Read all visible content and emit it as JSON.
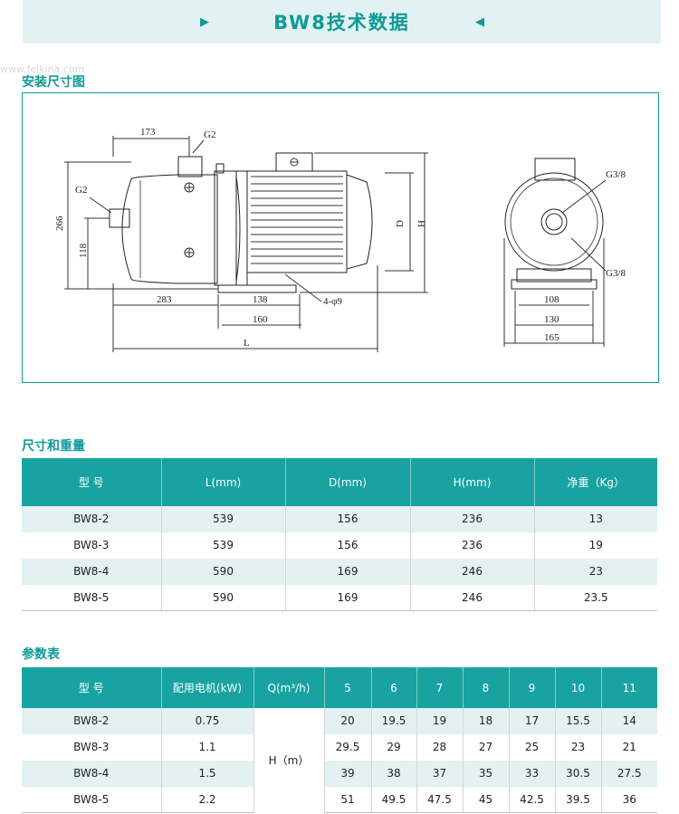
{
  "banner": {
    "title": "BW8技术数据"
  },
  "watermark": "www.feikina.com",
  "sections": {
    "install": "安装尺寸图",
    "dimensions": "尺寸和重量",
    "params": "参数表"
  },
  "drawing": {
    "dims": {
      "d173": "173",
      "g2_top": "G2",
      "g2_side": "G2",
      "d266": "266",
      "d118": "118",
      "d283": "283",
      "d138": "138",
      "d160": "160",
      "hole": "4-φ9",
      "L": "L",
      "D": "D",
      "H": "H",
      "g38_top": "G3/8",
      "g38_bottom": "G3/8",
      "d108": "108",
      "d130": "130",
      "d165": "165"
    }
  },
  "dim_table": {
    "headers": [
      "型  号",
      "L(mm)",
      "D(mm)",
      "H(mm)",
      "净重（Kg）"
    ],
    "rows": [
      [
        "BW8-2",
        "539",
        "156",
        "236",
        "13"
      ],
      [
        "BW8-3",
        "539",
        "156",
        "236",
        "19"
      ],
      [
        "BW8-4",
        "590",
        "169",
        "246",
        "23"
      ],
      [
        "BW8-5",
        "590",
        "169",
        "246",
        "23.5"
      ]
    ]
  },
  "param_table": {
    "headers": [
      "型  号",
      "配用电机(kW)",
      "Q(m³/h)",
      "5",
      "6",
      "7",
      "8",
      "9",
      "10",
      "11"
    ],
    "h_label": "H（m）",
    "rows": [
      {
        "model": "BW8-2",
        "power": "0.75",
        "values": [
          "20",
          "19.5",
          "19",
          "18",
          "17",
          "15.5",
          "14"
        ]
      },
      {
        "model": "BW8-3",
        "power": "1.1",
        "values": [
          "29.5",
          "29",
          "28",
          "27",
          "25",
          "23",
          "21"
        ]
      },
      {
        "model": "BW8-4",
        "power": "1.5",
        "values": [
          "39",
          "38",
          "37",
          "35",
          "33",
          "30.5",
          "27.5"
        ]
      },
      {
        "model": "BW8-5",
        "power": "2.2",
        "values": [
          "51",
          "49.5",
          "47.5",
          "45",
          "42.5",
          "39.5",
          "36"
        ]
      }
    ]
  }
}
